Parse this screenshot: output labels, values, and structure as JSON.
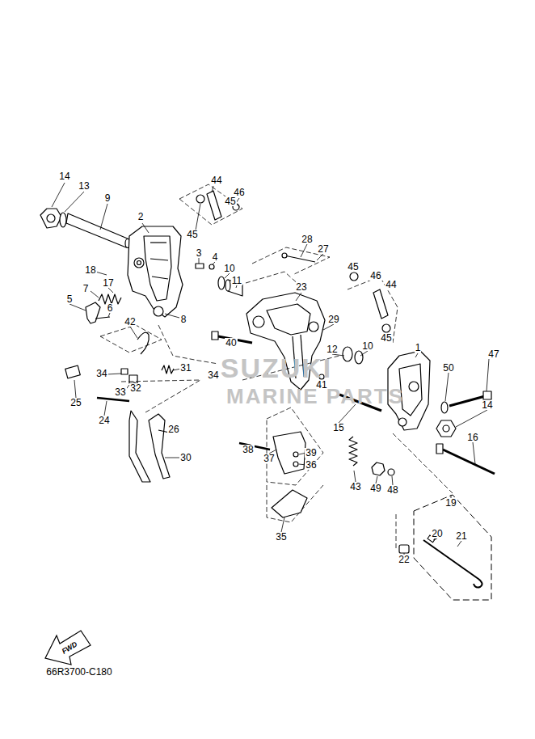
{
  "diagram": {
    "labels": [
      "14",
      "13",
      "9",
      "2",
      "44",
      "46",
      "45",
      "45",
      "3",
      "4",
      "10",
      "28",
      "27",
      "18",
      "11",
      "17",
      "7",
      "23",
      "45",
      "46",
      "44",
      "5",
      "6",
      "8",
      "29",
      "42",
      "40",
      "45",
      "10",
      "12",
      "1",
      "47",
      "31",
      "50",
      "34",
      "34",
      "41",
      "32",
      "33",
      "25",
      "14",
      "24",
      "15",
      "26",
      "16",
      "38",
      "39",
      "30",
      "37",
      "36",
      "43",
      "49",
      "48",
      "19",
      "20",
      "21",
      "35",
      "22",
      "SUZUKI",
      "MARINE PARTS",
      "FWD",
      "66R3700-C180"
    ]
  }
}
